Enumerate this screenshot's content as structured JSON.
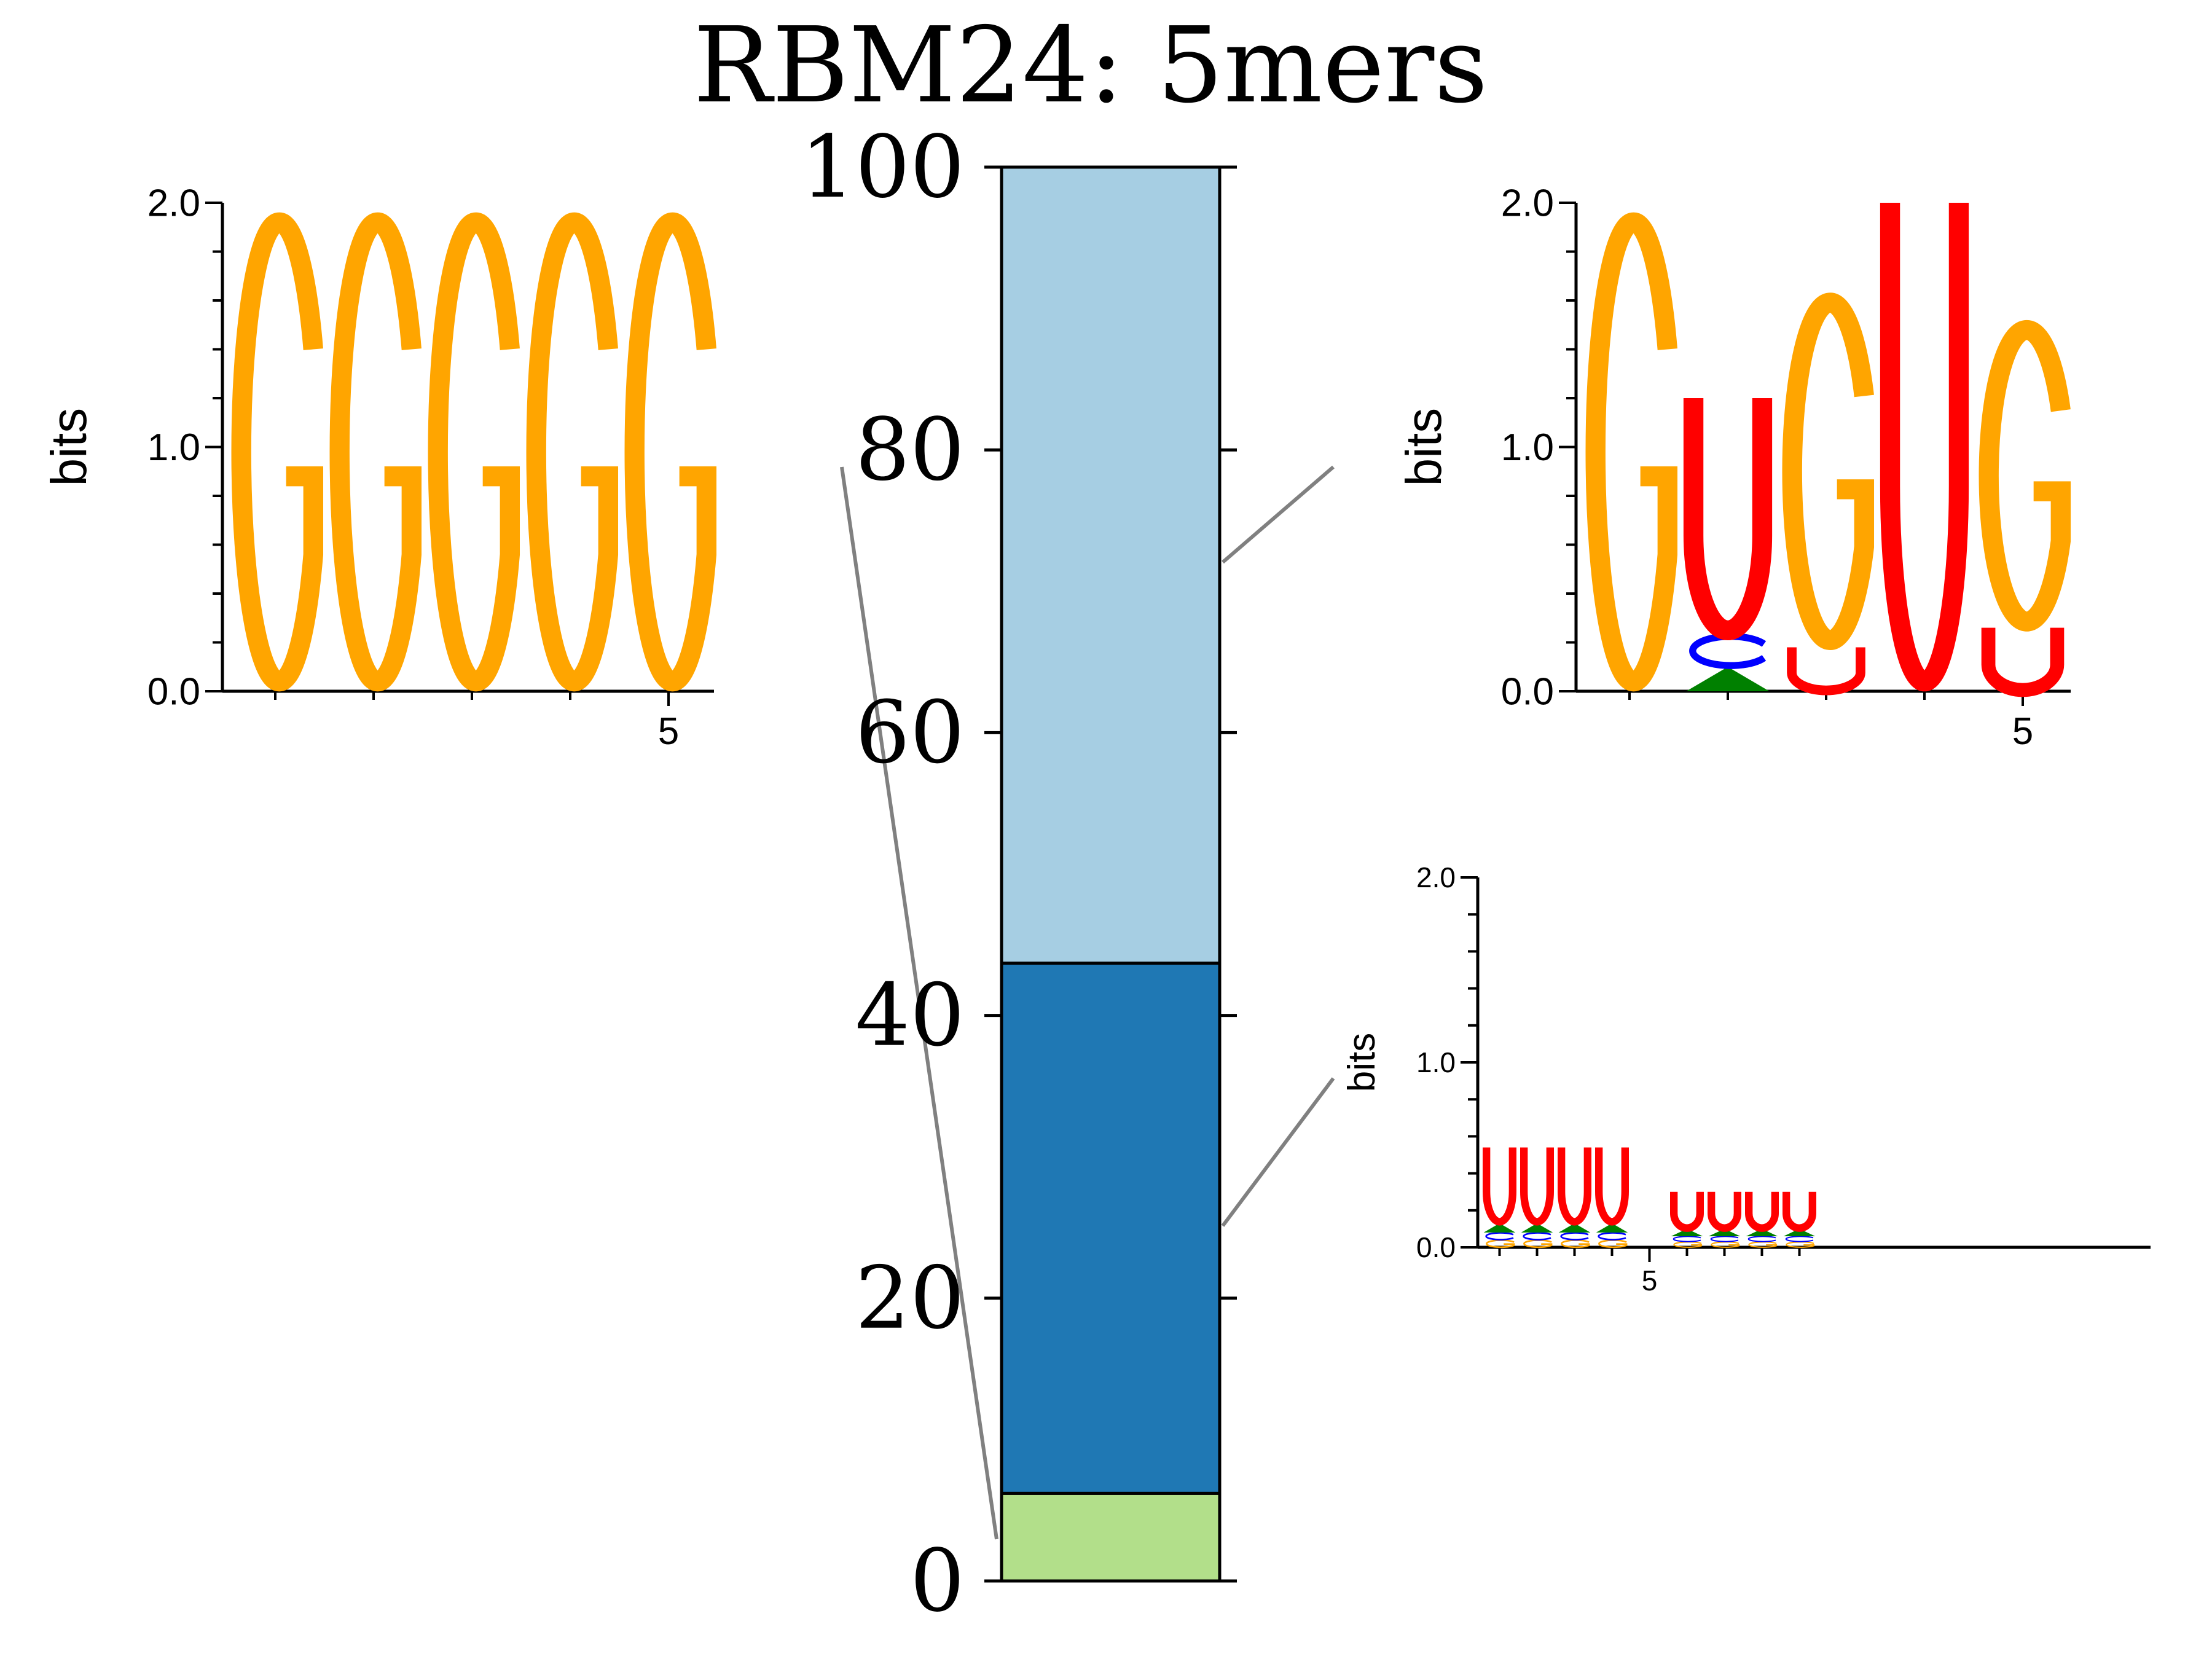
{
  "chart_data": {
    "type": "bar",
    "title": "RBM24: 5mers",
    "stacked_bar": {
      "ylim": [
        0,
        100
      ],
      "yticks": [
        "0",
        "20",
        "40",
        "60",
        "80",
        "100"
      ],
      "segments": [
        {
          "name": "",
          "value": 6.2,
          "color": "#b2df8a"
        },
        {
          "name": "",
          "value": 37.5,
          "color": "#1f78b4"
        },
        {
          "name": "",
          "value": 56.3,
          "color": "#a6cee3"
        }
      ]
    },
    "sequence_logos": [
      {
        "ylabel": "bits",
        "yticks": [
          "0.0",
          "1.0",
          "2.0"
        ],
        "xticks": [
          {
            "pos": 5,
            "label": "5"
          }
        ],
        "ylim": [
          0,
          2
        ],
        "positions": [
          [
            {
              "nt": "G",
              "bits": 2.0
            }
          ],
          [
            {
              "nt": "G",
              "bits": 2.0
            }
          ],
          [
            {
              "nt": "G",
              "bits": 2.0
            }
          ],
          [
            {
              "nt": "G",
              "bits": 2.0
            }
          ],
          [
            {
              "nt": "G",
              "bits": 2.0
            }
          ]
        ]
      },
      {
        "ylabel": "bits",
        "yticks": [
          "0.0",
          "1.0",
          "2.0"
        ],
        "xticks": [
          {
            "pos": 5,
            "label": "5"
          }
        ],
        "ylim": [
          0,
          2
        ],
        "positions": [
          [
            {
              "nt": "G",
              "bits": 2.0
            }
          ],
          [
            {
              "nt": "A",
              "bits": 0.1
            },
            {
              "nt": "C",
              "bits": 0.13
            },
            {
              "nt": "U",
              "bits": 0.97
            }
          ],
          [
            {
              "nt": "U",
              "bits": 0.18
            },
            {
              "nt": "G",
              "bits": 1.47
            }
          ],
          [
            {
              "nt": "U",
              "bits": 2.0
            }
          ],
          [
            {
              "nt": "U",
              "bits": 0.26
            },
            {
              "nt": "G",
              "bits": 1.27
            }
          ]
        ]
      },
      {
        "ylabel": "bits",
        "yticks": [
          "0.0",
          "1.0",
          "2.0"
        ],
        "xticks": [
          {
            "pos": 5,
            "label": "5"
          }
        ],
        "ylim": [
          0,
          2
        ],
        "positions": [
          [
            {
              "nt": "G",
              "bits": 0.04
            },
            {
              "nt": "C",
              "bits": 0.04
            },
            {
              "nt": "A",
              "bits": 0.05
            },
            {
              "nt": "U",
              "bits": 0.41
            }
          ],
          [
            {
              "nt": "G",
              "bits": 0.04
            },
            {
              "nt": "C",
              "bits": 0.04
            },
            {
              "nt": "A",
              "bits": 0.05
            },
            {
              "nt": "U",
              "bits": 0.41
            }
          ],
          [
            {
              "nt": "G",
              "bits": 0.04
            },
            {
              "nt": "C",
              "bits": 0.04
            },
            {
              "nt": "A",
              "bits": 0.05
            },
            {
              "nt": "U",
              "bits": 0.41
            }
          ],
          [
            {
              "nt": "G",
              "bits": 0.04
            },
            {
              "nt": "C",
              "bits": 0.04
            },
            {
              "nt": "A",
              "bits": 0.05
            },
            {
              "nt": "U",
              "bits": 0.41
            }
          ],
          [],
          [
            {
              "nt": "G",
              "bits": 0.03
            },
            {
              "nt": "C",
              "bits": 0.03
            },
            {
              "nt": "A",
              "bits": 0.04
            },
            {
              "nt": "U",
              "bits": 0.2
            }
          ],
          [
            {
              "nt": "G",
              "bits": 0.03
            },
            {
              "nt": "C",
              "bits": 0.03
            },
            {
              "nt": "A",
              "bits": 0.04
            },
            {
              "nt": "U",
              "bits": 0.2
            }
          ],
          [
            {
              "nt": "G",
              "bits": 0.03
            },
            {
              "nt": "C",
              "bits": 0.03
            },
            {
              "nt": "A",
              "bits": 0.04
            },
            {
              "nt": "U",
              "bits": 0.2
            }
          ],
          [
            {
              "nt": "G",
              "bits": 0.03
            },
            {
              "nt": "C",
              "bits": 0.03
            },
            {
              "nt": "A",
              "bits": 0.04
            },
            {
              "nt": "U",
              "bits": 0.2
            }
          ]
        ]
      }
    ],
    "nucleotide_colors": {
      "A": "#008000",
      "C": "#0000ff",
      "G": "#ffa500",
      "U": "#ff0000"
    }
  }
}
